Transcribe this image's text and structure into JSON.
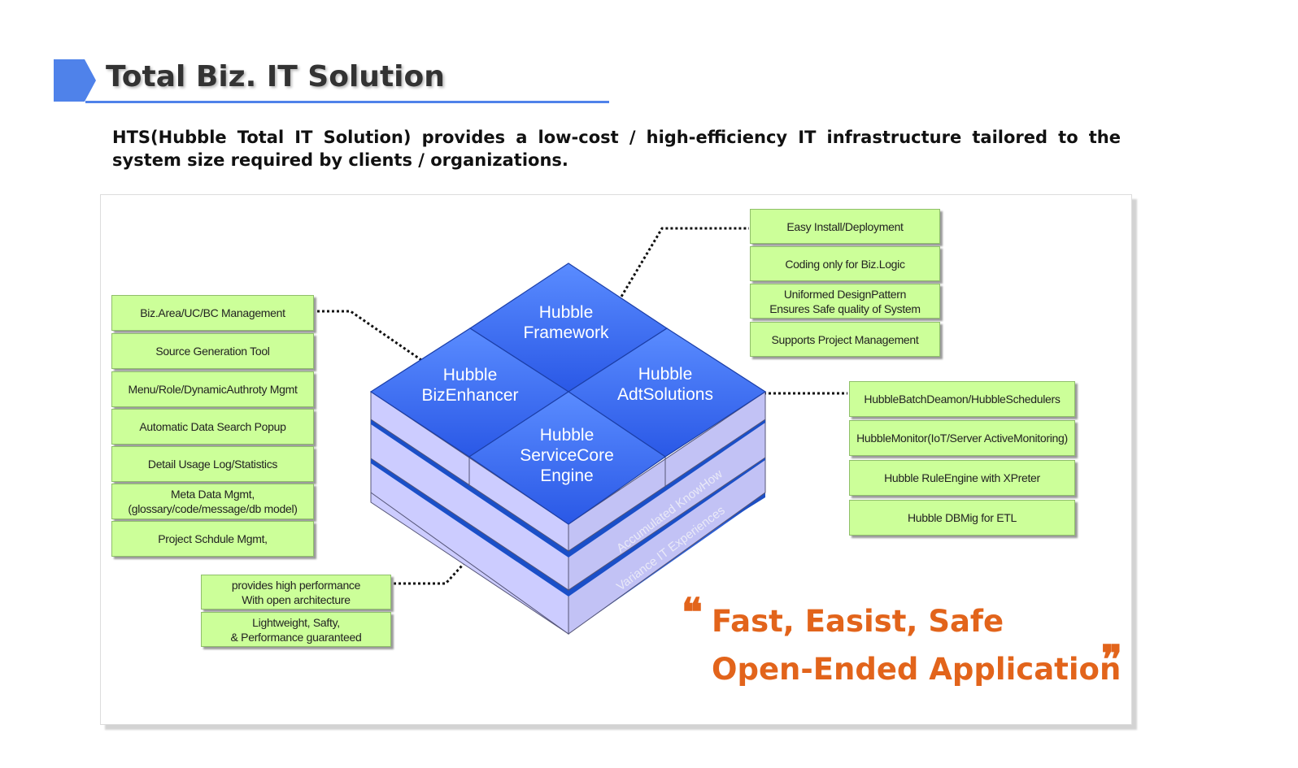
{
  "header": {
    "title": "Total Biz. IT Solution",
    "intro": "HTS(Hubble Total IT Solution) provides a low-cost / high-efficiency IT infrastructure tailored to the system size required by clients / organizations."
  },
  "diagram": {
    "tiles": {
      "framework": "Hubble\nFramework",
      "bizenhancer": "Hubble\nBizEnhancer",
      "adtsolutions": "Hubble\nAdtSolutions",
      "servicecore": "Hubble\nServiceCore\nEngine"
    },
    "side_labels": {
      "knowhow": "Accumulated KnowHow",
      "experiences": "Variance IT Experiences"
    },
    "left_boxes": [
      "Biz.Area/UC/BC Management",
      "Source Generation Tool",
      "Menu/Role/DynamicAuthroty Mgmt",
      "Automatic Data Search Popup",
      "Detail Usage Log/Statistics",
      "Meta Data Mgmt,\n(glossary/code/message/db model)",
      "Project Schdule Mgmt,"
    ],
    "top_right_boxes": [
      "Easy Install/Deployment",
      "Coding only for Biz.Logic",
      "Uniformed DesignPattern\nEnsures Safe quality of System",
      "Supports Project Management"
    ],
    "right_boxes": [
      "HubbleBatchDeamon/HubbleSchedulers",
      "HubbleMonitor(IoT/Server ActiveMonitoring)",
      "Hubble RuleEngine with XPreter",
      "Hubble DBMig for ETL"
    ],
    "bottom_boxes": [
      "provides high performance\nWith open architecture",
      "Lightweight, Safty,\n& Performance guaranteed"
    ]
  },
  "slogan": {
    "open_quote": "❝",
    "line1": "Fast, Easist, Safe",
    "line2": "Open-Ended Application",
    "close_quote": "❞"
  },
  "colors": {
    "accent_blue": "#4f82ea",
    "tile_blue": "#3b6cf2",
    "box_green": "#ccff99",
    "slogan_orange": "#e2641b",
    "layer_lavender": "#ccccff"
  }
}
